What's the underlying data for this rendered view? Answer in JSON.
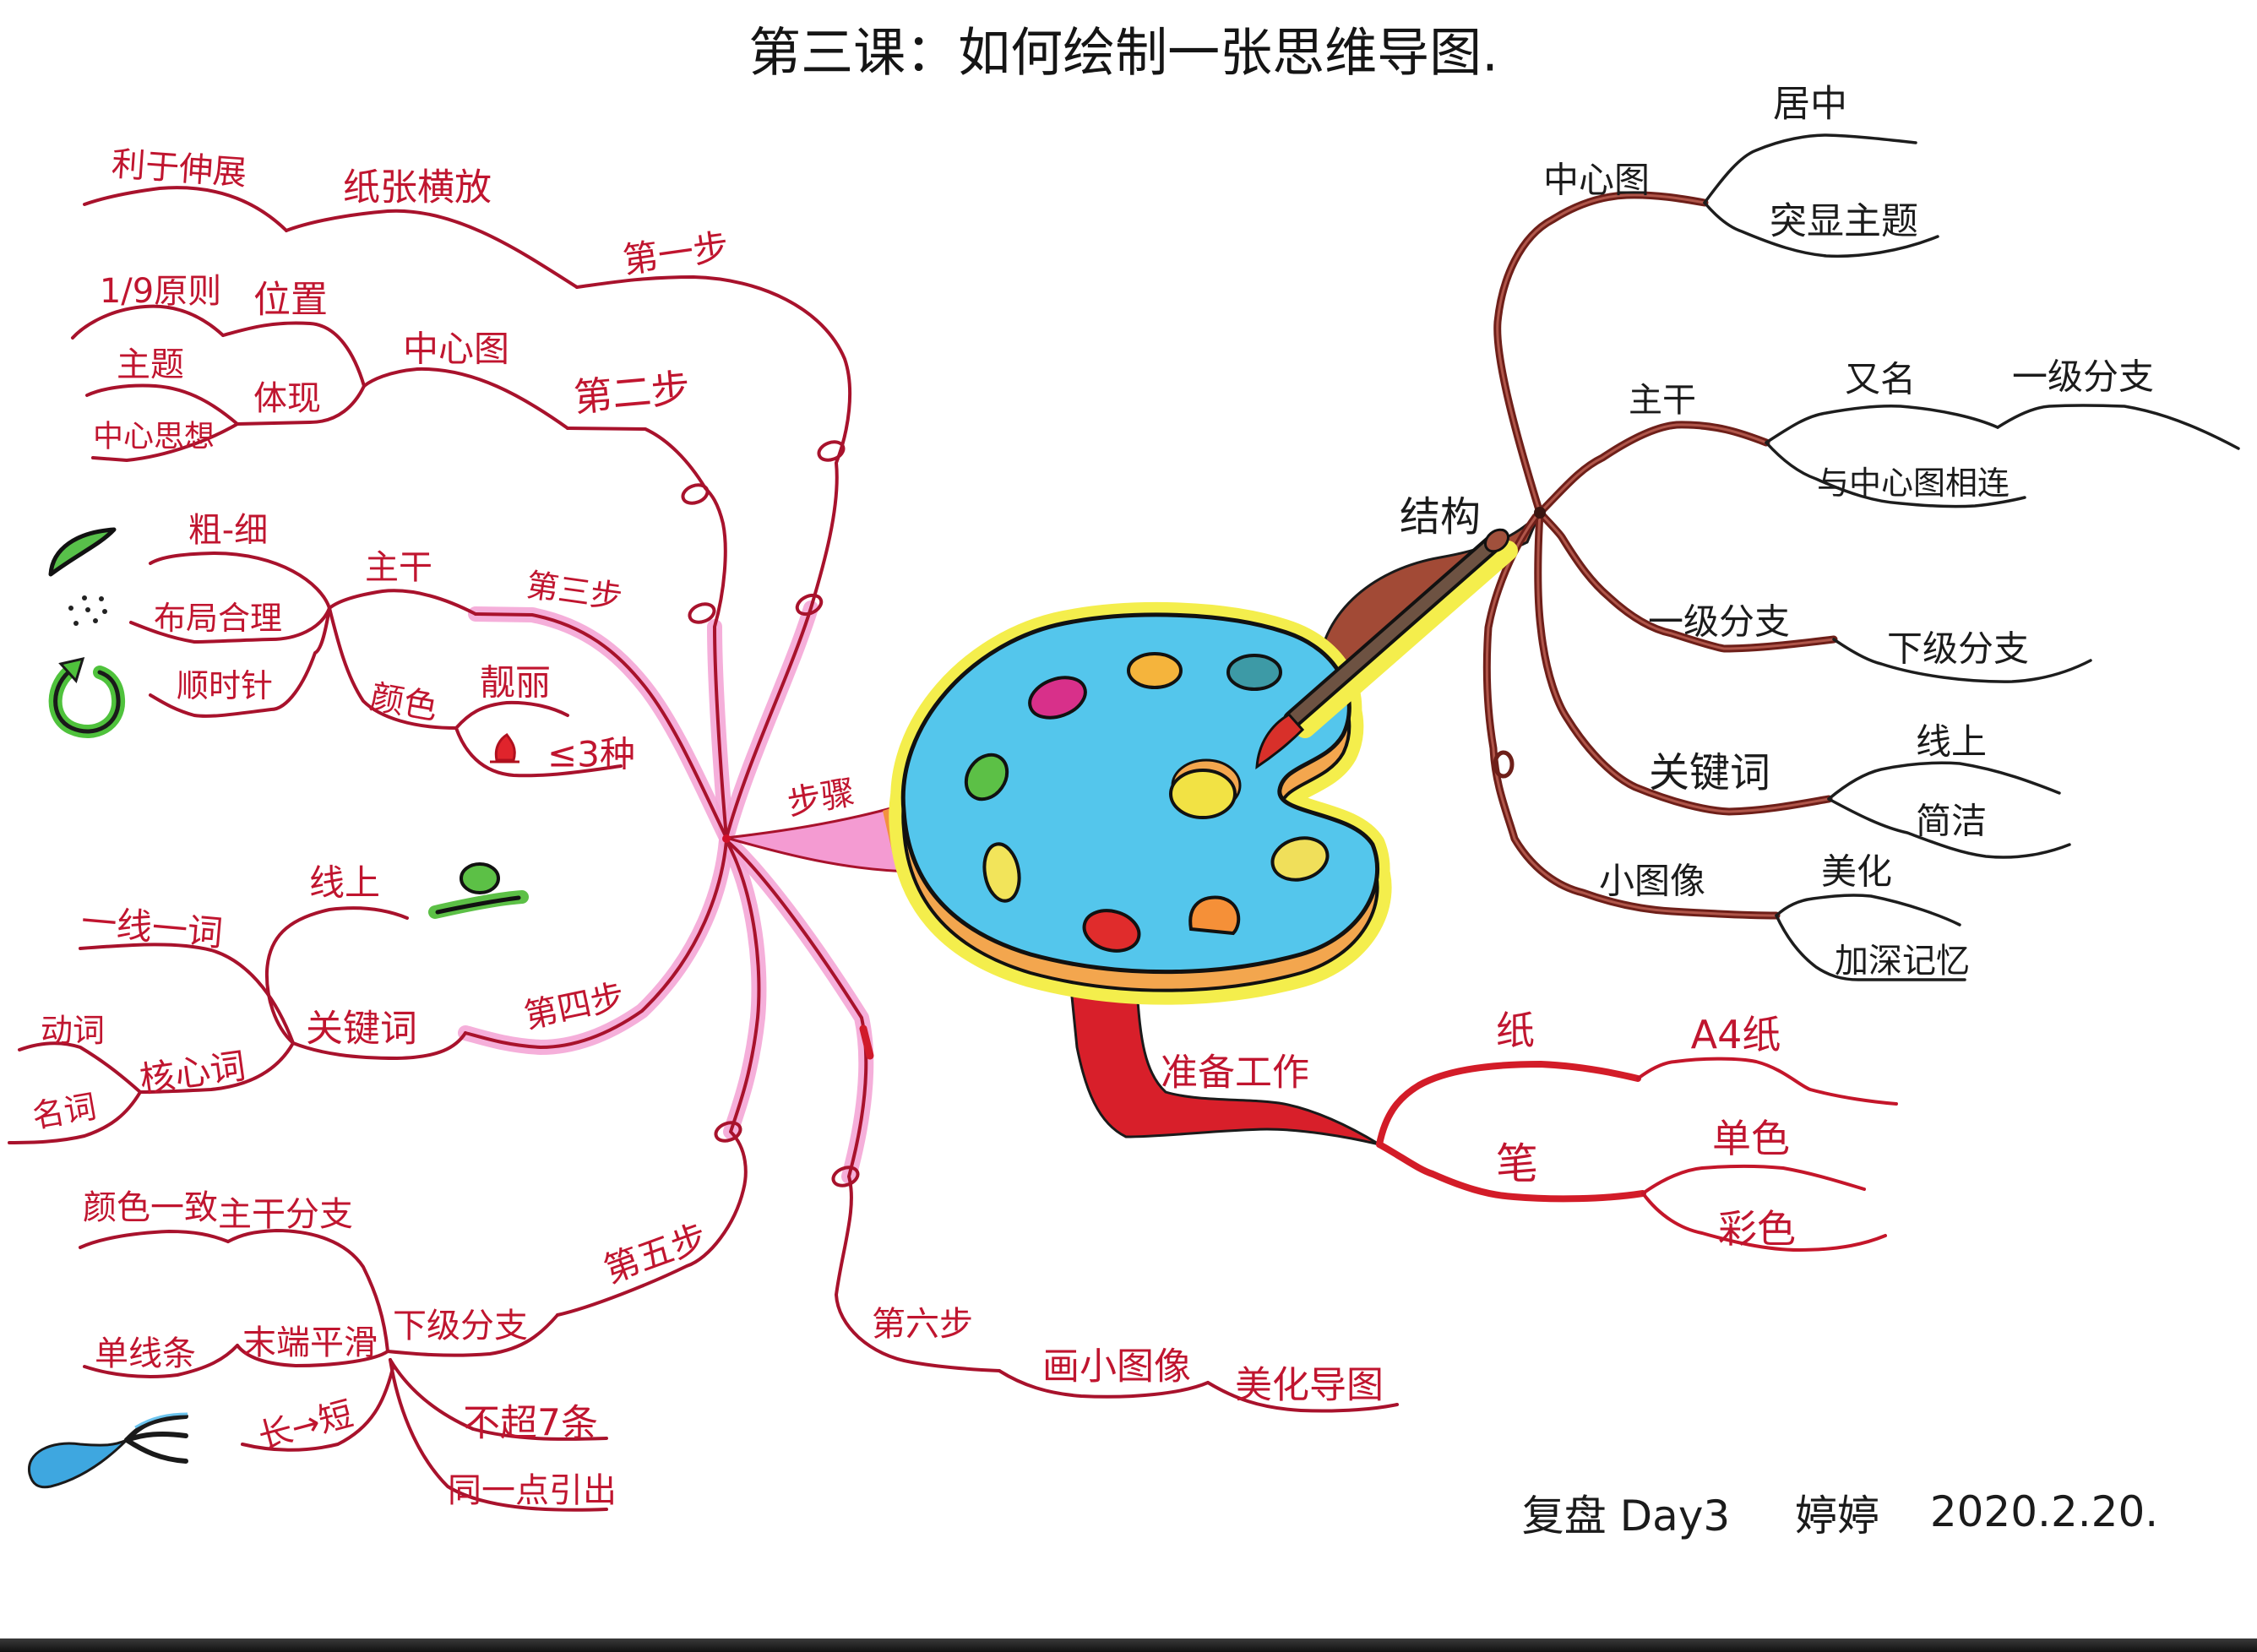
{
  "title": "第三课：如何绘制一张思维导图.",
  "center": {
    "image": "palette-and-paintbrush",
    "palette_paint_colors": [
      "#d8308a",
      "#f5b43c",
      "#3d9aa6",
      "#5cc046",
      "#f2e244",
      "#f2e45a",
      "#f0df5a",
      "#e02c2c",
      "#f59038"
    ]
  },
  "steps": {
    "label": "步骤",
    "items": [
      {
        "label": "第一步",
        "children": [
          {
            "label": "纸张横放",
            "children": [
              {
                "label": "利于伸展"
              }
            ]
          }
        ]
      },
      {
        "label": "第二步",
        "children": [
          {
            "label": "中心图",
            "children": [
              {
                "label": "位置",
                "children": [
                  {
                    "label": "1/9原则"
                  }
                ]
              },
              {
                "label": "体现",
                "children": [
                  {
                    "label": "主题"
                  },
                  {
                    "label": "中心思想"
                  }
                ]
              }
            ]
          }
        ]
      },
      {
        "label": "第三步",
        "children": [
          {
            "label": "主干",
            "children": [
              {
                "label": "粗-细",
                "icon": "thick-to-thin-stroke-icon"
              },
              {
                "label": "布局合理",
                "icon": "scattered-dots-icon"
              },
              {
                "label": "顺时针",
                "icon": "clockwise-arrow-icon"
              },
              {
                "label": "颜色",
                "children": [
                  {
                    "label": "靓丽"
                  },
                  {
                    "label": "≤3种",
                    "icon": "paint-drop-icon"
                  }
                ]
              }
            ]
          }
        ]
      },
      {
        "label": "第四步",
        "children": [
          {
            "label": "关键词",
            "children": [
              {
                "label": "线上",
                "icon": "word-on-line-icon"
              },
              {
                "label": "一线一词"
              },
              {
                "label": "核心词",
                "children": [
                  {
                    "label": "动词"
                  },
                  {
                    "label": "名词"
                  }
                ]
              }
            ]
          }
        ]
      },
      {
        "label": "第五步",
        "children": [
          {
            "label": "下级分支",
            "icon": "branching-stroke-icon",
            "children": [
              {
                "label": "主干分支",
                "children": [
                  {
                    "label": "颜色一致"
                  }
                ]
              },
              {
                "label": "末端平滑",
                "children": [
                  {
                    "label": "单线条"
                  }
                ]
              },
              {
                "label": "长→短"
              },
              {
                "label": "不超7条"
              },
              {
                "label": "同一点引出"
              }
            ]
          }
        ]
      },
      {
        "label": "第六步",
        "children": [
          {
            "label": "画小图像",
            "children": [
              {
                "label": "美化导图"
              }
            ]
          }
        ]
      }
    ]
  },
  "structure": {
    "label": "结构",
    "items": [
      {
        "label": "中心图",
        "children": [
          {
            "label": "居中"
          },
          {
            "label": "突显主题"
          }
        ]
      },
      {
        "label": "主干",
        "children": [
          {
            "label": "又名",
            "children": [
              {
                "label": "一级分支"
              }
            ]
          },
          {
            "label": "与中心图相连"
          }
        ]
      },
      {
        "label": "一级分支",
        "children": [
          {
            "label": "下级分支"
          }
        ]
      },
      {
        "label": "关键词",
        "children": [
          {
            "label": "线上"
          },
          {
            "label": "简洁"
          }
        ]
      },
      {
        "label": "小图像",
        "children": [
          {
            "label": "美化"
          },
          {
            "label": "加深记忆"
          }
        ]
      }
    ]
  },
  "preparation": {
    "label": "准备工作",
    "items": [
      {
        "label": "纸",
        "children": [
          {
            "label": "A4纸"
          }
        ]
      },
      {
        "label": "笔",
        "children": [
          {
            "label": "单色"
          },
          {
            "label": "彩色"
          }
        ]
      }
    ]
  },
  "footer": {
    "note": "复盘 Day3",
    "author": "婷婷",
    "date": "2020.2.20."
  },
  "colors": {
    "steps_branch": "#a8122c",
    "steps_text": "#c0152f",
    "steps_highlight": "#f4a6d6",
    "structure_branch": "#8b2c24",
    "structure_text": "#1b1b1b",
    "preparation_branch": "#d31c28",
    "palette_body": "#54c6ec",
    "palette_rim": "#f3a64e",
    "palette_halo": "#f4ee4c"
  }
}
